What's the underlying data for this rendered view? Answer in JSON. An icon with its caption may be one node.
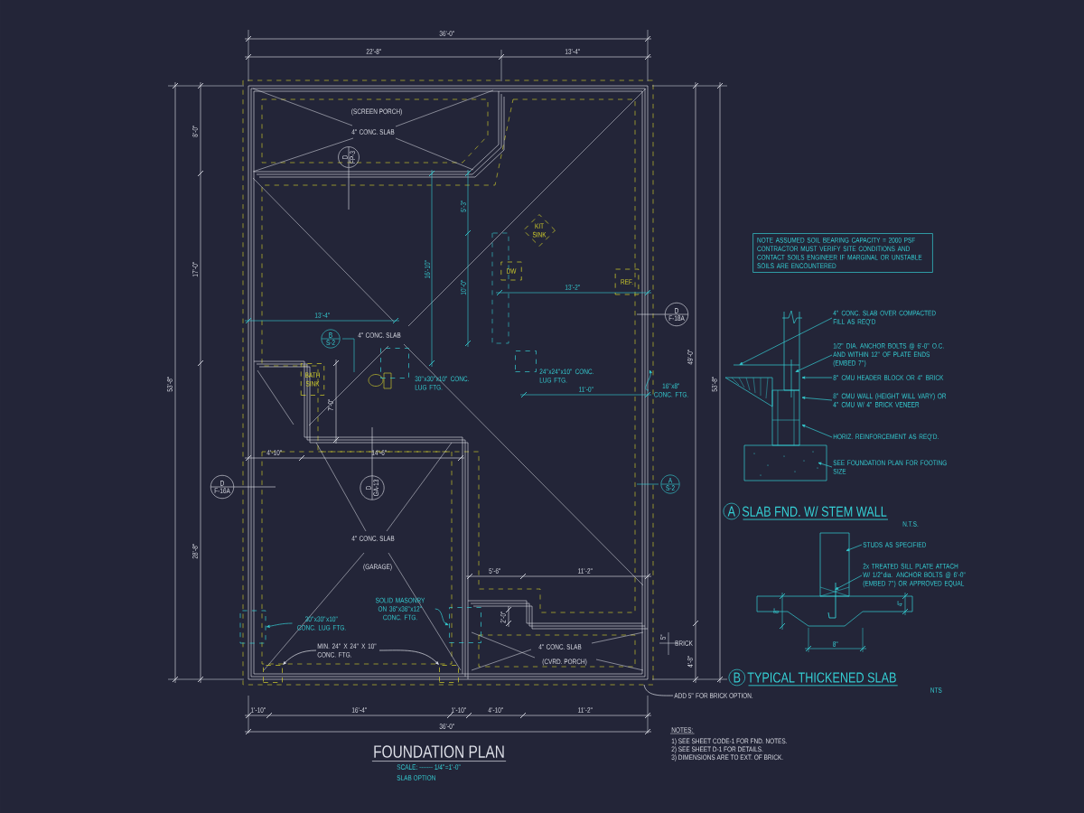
{
  "diagram": {
    "title": "FOUNDATION PLAN",
    "nodes": [
      {
        "text": [
          "KIT SINK"
        ]
      },
      {
        "text": [
          "DW"
        ]
      },
      {
        "text": [
          "REF."
        ]
      },
      {
        "text": [
          "BATH SINK"
        ]
      },
      {
        "text": [
          "NOTE ASSUMED SOIL BEARING CAPACITY = 2000 PSF CONTRACTOR MUST VERIFY SITE CONDITIONS AND CONTACT SOILS ENGINEER IF MARGINAL OR UNSTABLE SOILS ARE ENCOUNTERED"
        ]
      },
      {
        "text": [
          "D",
          "FP-3"
        ]
      },
      {
        "text": [
          "B",
          "S-2"
        ]
      },
      {
        "text": [
          "D",
          "F-16A"
        ]
      },
      {
        "text": [
          "D",
          "GA-13"
        ]
      },
      {
        "text": [
          "D",
          "F-18A"
        ]
      },
      {
        "text": [
          "A",
          "S-2"
        ]
      },
      {
        "text": [
          "A",
          "SLAB FND. W/ STEM WALL"
        ]
      },
      {
        "text": [
          "B",
          "TYPICAL THICKENED SLAB"
        ]
      },
      {
        "text": [
          "30\"x30\"x10\" CONC. LUG FTG."
        ]
      },
      {
        "text": [],
        "shape": "box"
      },
      {
        "text": [
          "SOLID MASONRY ON 36\"x36\"x12\" CONC. FTG."
        ]
      },
      {
        "text": [],
        "shape": "box"
      },
      {
        "text": [
          "MIN. 24\" X 24\" X 10\" CONC. FTG."
        ]
      },
      {
        "text": [],
        "shape": "box"
      },
      {
        "text": [],
        "shape": "box"
      },
      {
        "text": [
          "16\"x8\" CONC. FTG."
        ]
      },
      {
        "text": [
          "ADD 5\" FOR BRICK OPTION."
        ]
      },
      {
        "text": [],
        "shape": "box",
        "beside": [
          "30\"x30\"x10\" CONC. LUG FTG."
        ]
      },
      {
        "text": [],
        "shape": "box",
        "beside": [
          "24\"x24\"x10\" CONC. LUG FTG."
        ]
      },
      {
        "text": [
          "4\" CONC. SLAB OVER COMPACTED FILL AS REQ'D"
        ]
      },
      {
        "text": [
          "1/2\" DIA. ANCHOR BOLTS @ 6'-0\" O.C. AND WITHIN 12\" OF PLATE ENDS (EMBED 7\")"
        ]
      },
      {
        "text": [
          "8\" CMU HEADER BLOCK OR 4\" BRICK"
        ]
      },
      {
        "text": [
          "8\" CMU WALL (HEIGHT WILL VARY) OR 4\" CMU W/ 4\" BRICK VENEER"
        ]
      },
      {
        "text": [
          "HORIZ. REINFORCEMENT AS REQ'D."
        ]
      },
      {
        "text": [
          "SEE FOUNDATION PLAN FOR FOOTING SIZE"
        ]
      },
      {
        "text": [
          "STUDS AS SPECIFIED"
        ]
      },
      {
        "text": [
          "2x TREATED SILL PLATE ATTACH W/ 1/2\"dia. ANCHOR BOLTS @ 6'-0\" (EMBED 7\") OR APPROVED EQUAL"
        ]
      }
    ],
    "edges": [
      {
        "from": 13,
        "to": 14,
        "arrow": "to"
      },
      {
        "from": 15,
        "to": 16,
        "arrow": "to"
      },
      {
        "from": 17,
        "to": 18,
        "arrow": "to",
        "color": "#e0e2ea"
      },
      {
        "from": 17,
        "to": 19,
        "arrow": "to",
        "color": "#e0e2ea"
      },
      {
        "from": 20,
        "to": null,
        "arrow": "to"
      },
      {
        "from": 21,
        "to": null,
        "arrow": "none",
        "color": "#e0e2ea"
      },
      {
        "from": 24,
        "to": null,
        "arrow": "to"
      },
      {
        "from": 25,
        "to": null,
        "arrow": "to"
      },
      {
        "from": 26,
        "to": null,
        "arrow": "to"
      },
      {
        "from": 27,
        "to": null,
        "arrow": "to"
      },
      {
        "from": 28,
        "to": null,
        "arrow": "to"
      },
      {
        "from": 29,
        "to": null,
        "arrow": "to"
      },
      {
        "from": 30,
        "to": null,
        "arrow": "to"
      },
      {
        "from": 31,
        "to": null,
        "arrow": "to"
      }
    ],
    "labels": [
      "36'-0\"",
      "22'-8\"",
      "13'-4\"",
      "8'-0\"",
      "17'-0\"",
      "53'-8\"",
      "28'-8\"",
      "5'-3\"",
      "16'-10\"",
      "10'-0\"",
      "13'-2\"",
      "13'-4\"",
      "11'-0\"",
      "7'-0\"",
      "4'-10\"",
      "14'-6\"",
      "5'-6\"",
      "11'-2\"",
      "2'-0\"",
      "49'-0\"",
      "53'-8\"",
      "5\"",
      "BRICK",
      "4'-8\"",
      "1'-10\"",
      "16'-4\"",
      "1'-10\"",
      "4'-10\"",
      "11'-2\"",
      "36'-0\"",
      "(SCREEN PORCH)",
      "4\" CONC. SLAB",
      "4\" CONC. SLAB",
      "4\" CONC. SLAB",
      "(GARAGE)",
      "4\" CONC. SLAB",
      "(CVRD. PORCH)",
      "SCALE: ------- 1/4\"=1'-0\"",
      "SLAB OPTION",
      "NOTES:",
      "1) SEE SHEET CODE-1 FOR FND. NOTES.",
      "2) SEE SHEET D-1 FOR DETAILS.",
      "3) DIMENSIONS ARE TO EXT. OF BRICK.",
      "8\"",
      "8\"",
      "4\"",
      "N.T.S.",
      "NTS"
    ]
  }
}
